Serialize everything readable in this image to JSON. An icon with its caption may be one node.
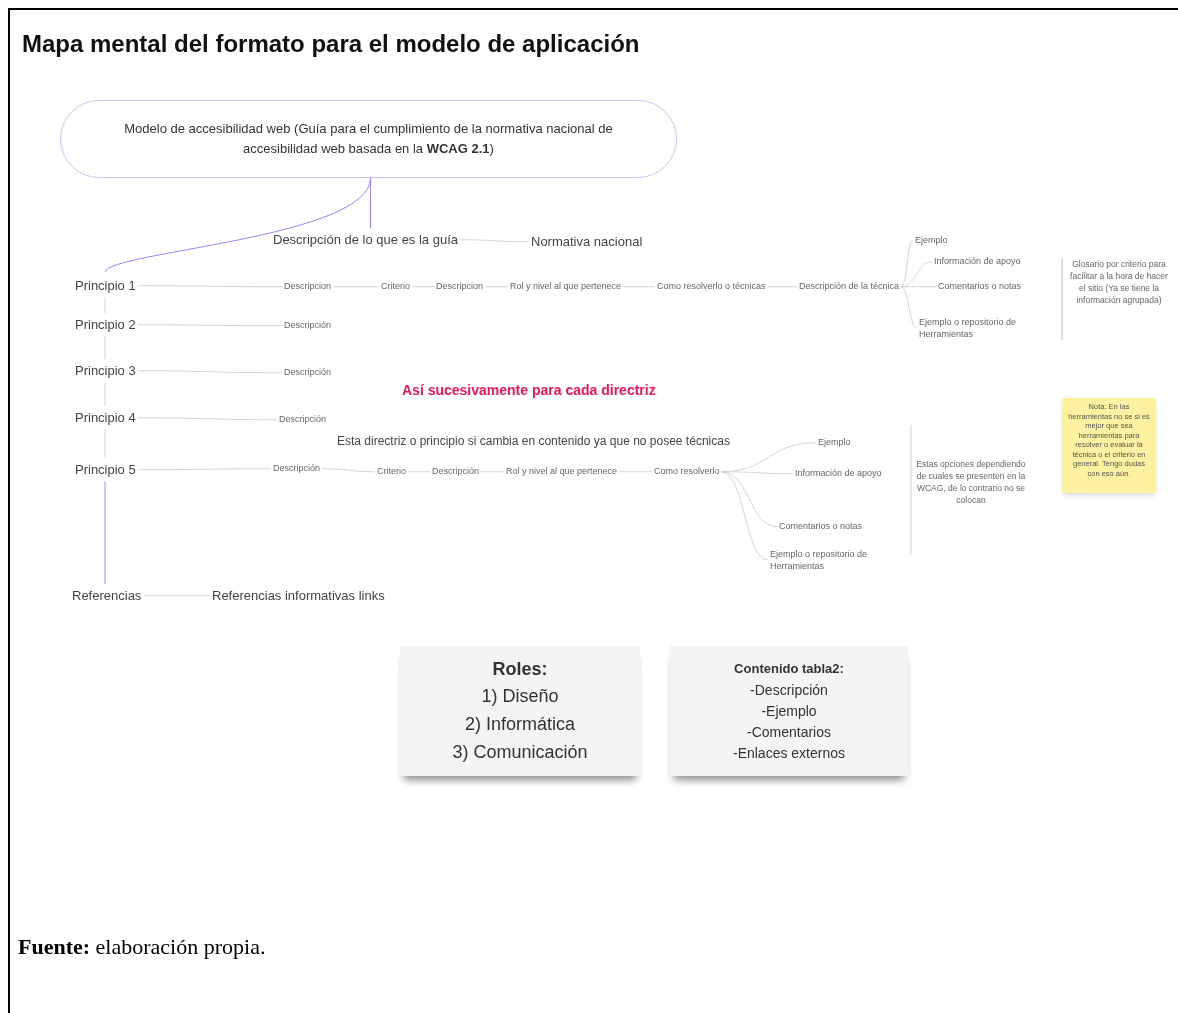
{
  "diagram": {
    "title": "Mapa mental del formato para el modelo de aplicación",
    "caption": "**Fuente:** elaboración propia.",
    "nodes": [
      {
        "text": [
          "Modelo de accesibilidad web (Guía para el cumplimiento de la normativa nacional de accesibilidad web basada en la **WCAG 2.1**)"
        ]
      },
      {
        "text": [
          "Descripción de lo que es la guía"
        ]
      },
      {
        "text": [
          "Normativa nacional"
        ]
      },
      {
        "text": [
          "Principio 1"
        ]
      },
      {
        "text": [
          "Principio 2"
        ]
      },
      {
        "text": [
          "Principio 3"
        ]
      },
      {
        "text": [
          "Principio 4"
        ]
      },
      {
        "text": [
          "Principio 5"
        ]
      },
      {
        "text": [
          "Referencias"
        ]
      },
      {
        "text": [
          "Referencias informativas links"
        ]
      },
      {
        "text": [
          "Descripcion"
        ]
      },
      {
        "text": [
          "Criterio"
        ]
      },
      {
        "text": [
          "Descripcion"
        ]
      },
      {
        "text": [
          "Rol y nivel al que pertenece"
        ]
      },
      {
        "text": [
          "Como resolverlo o técnicas"
        ]
      },
      {
        "text": [
          "Descripción de la técnica"
        ]
      },
      {
        "text": [
          "Ejemplo"
        ]
      },
      {
        "text": [
          "Información de apoyo"
        ]
      },
      {
        "text": [
          "Comentarios o notas"
        ]
      },
      {
        "text": [
          "Ejemplo o repositorio de Herramientas"
        ]
      },
      {
        "text": [
          "Glosario por criterio para facilitar a la hora de hacer el sitio (Ya se tiene la información agrupada)"
        ]
      },
      {
        "text": [
          "Descripción"
        ]
      },
      {
        "text": [
          "Descripción"
        ]
      },
      {
        "text": [
          "Descripción"
        ]
      },
      {
        "text": [
          "Descripción"
        ]
      },
      {
        "text": [
          "Esta directriz o principio si cambia en contenido ya que no posee técnicas"
        ]
      },
      {
        "text": [
          "Criterio"
        ]
      },
      {
        "text": [
          "Descripción"
        ]
      },
      {
        "text": [
          "Rol y nivel al que pertenece"
        ]
      },
      {
        "text": [
          "Como resolverlo"
        ]
      },
      {
        "text": [
          "Ejemplo"
        ]
      },
      {
        "text": [
          "Información de apoyo"
        ]
      },
      {
        "text": [
          "Comentarios o notas"
        ]
      },
      {
        "text": [
          "Ejemplo o repositorio de Herramientas"
        ]
      },
      {
        "text": [
          "Estas opciones dependiendo de cuales se presenten en la WCAG, de lo contrario no se colocan"
        ]
      },
      {
        "text": [
          "Nota: En las herramientas no se si es mejor que sea herramientas para resolver o evaluar la técnica o el criterio en general. Tengo dudas con eso aún."
        ]
      },
      {
        "text": [
          "Roles:",
          "1) Diseño",
          "2) Informática",
          "3) Comunicación"
        ]
      },
      {
        "text": [
          "Contenido tabla2:",
          "-Descripción",
          "-Ejemplo",
          "-Comentarios",
          "-Enlaces externos"
        ]
      }
    ],
    "edges": [
      {
        "from": 0,
        "to": 3,
        "arrow": "none",
        "color": "#8f8af0"
      },
      {
        "from": 0,
        "to": 1,
        "arrow": "none",
        "color": "#8f8af0"
      },
      {
        "from": 1,
        "to": 2,
        "arrow": "none"
      },
      {
        "from": 3,
        "to": 4,
        "arrow": "none"
      },
      {
        "from": 4,
        "to": 5,
        "arrow": "none"
      },
      {
        "from": 5,
        "to": 6,
        "arrow": "none"
      },
      {
        "from": 6,
        "to": 7,
        "arrow": "none"
      },
      {
        "from": 7,
        "to": 8,
        "arrow": "none",
        "color": "#8f8af0"
      },
      {
        "from": 8,
        "to": 9,
        "arrow": "none"
      },
      {
        "from": 3,
        "to": 10,
        "arrow": "none"
      },
      {
        "from": 10,
        "to": 11,
        "arrow": "none"
      },
      {
        "from": 11,
        "to": 12,
        "arrow": "none"
      },
      {
        "from": 12,
        "to": 13,
        "arrow": "none"
      },
      {
        "from": 13,
        "to": 14,
        "arrow": "none"
      },
      {
        "from": 14,
        "to": 15,
        "arrow": "none"
      },
      {
        "from": 15,
        "to": 16,
        "arrow": "none"
      },
      {
        "from": 15,
        "to": 17,
        "arrow": "none"
      },
      {
        "from": 15,
        "to": 18,
        "arrow": "none"
      },
      {
        "from": 15,
        "to": 19,
        "arrow": "none"
      },
      {
        "from": 4,
        "to": 21,
        "arrow": "none"
      },
      {
        "from": 5,
        "to": 22,
        "arrow": "none"
      },
      {
        "from": 6,
        "to": 23,
        "arrow": "none"
      },
      {
        "from": 7,
        "to": 24,
        "arrow": "none"
      },
      {
        "from": 24,
        "to": 26,
        "arrow": "none"
      },
      {
        "from": 26,
        "to": 27,
        "arrow": "none"
      },
      {
        "from": 27,
        "to": 28,
        "arrow": "none"
      },
      {
        "from": 28,
        "to": 29,
        "arrow": "none"
      },
      {
        "from": 29,
        "to": 30,
        "arrow": "none"
      },
      {
        "from": 29,
        "to": 31,
        "arrow": "none"
      },
      {
        "from": 29,
        "to": 32,
        "arrow": "none"
      },
      {
        "from": 29,
        "to": 33,
        "arrow": "none"
      }
    ],
    "labels": [
      "Así sucesivamente para cada directriz"
    ]
  }
}
